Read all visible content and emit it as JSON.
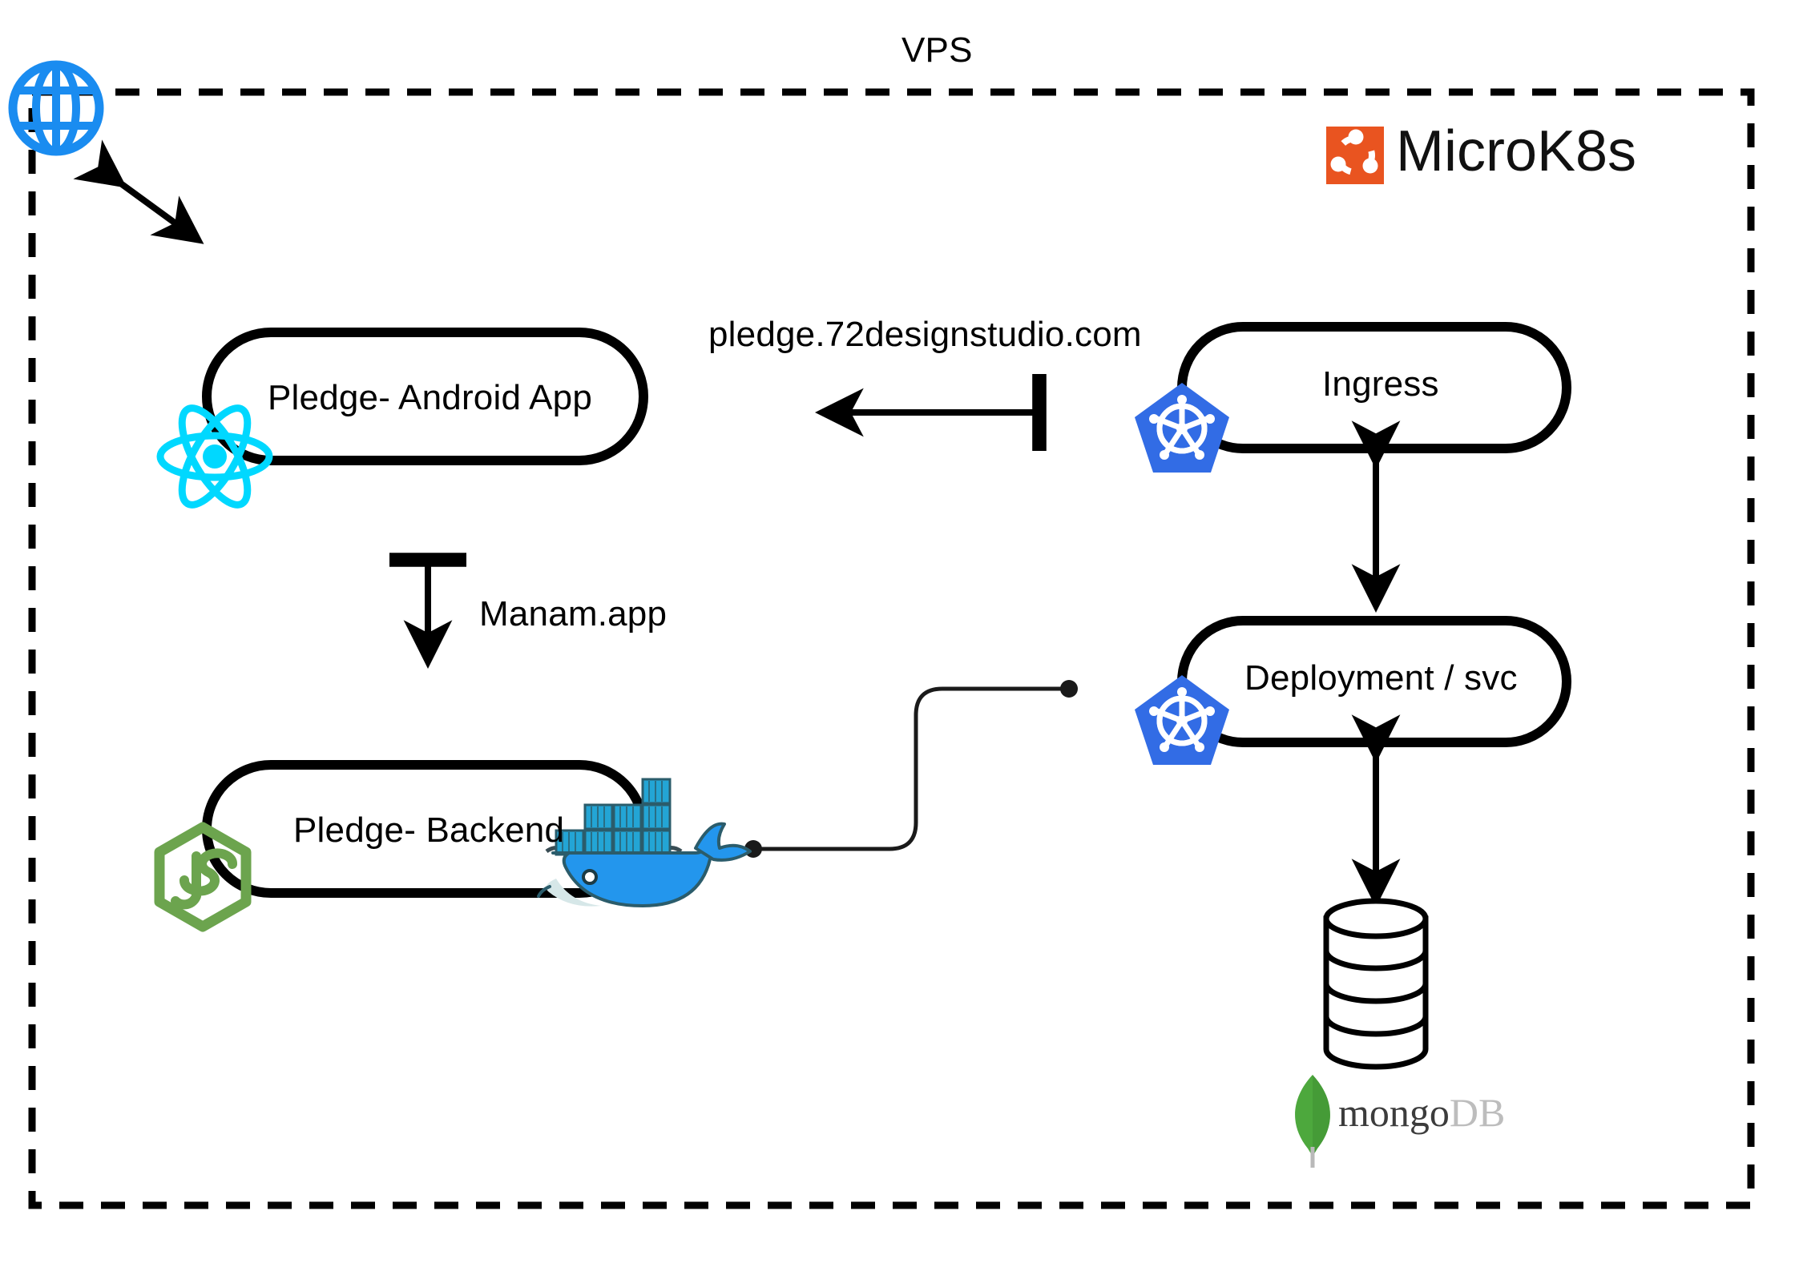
{
  "diagram": {
    "title": "VPS",
    "type": "architecture-diagram",
    "boundary": {
      "label": "VPS",
      "style": "dashed",
      "color": "#000000"
    },
    "platform_badge": {
      "name": "MicroK8s",
      "label": "MicroK8s",
      "logo": "ubuntu-circle-of-friends",
      "accent": "#E95420"
    },
    "nodes": [
      {
        "id": "internet",
        "label": "",
        "icon": "globe-icon",
        "color": "#1A8CF0"
      },
      {
        "id": "android",
        "label": "Pledge- Android App",
        "icon": "react-icon",
        "color": "#00D8FF"
      },
      {
        "id": "backend",
        "label": "Pledge- Backend",
        "icon": "nodejs-icon",
        "color": "#6CA44E",
        "icon2": "docker-icon",
        "color2": "#2396ED"
      },
      {
        "id": "ingress",
        "label": "Ingress",
        "icon": "kubernetes-icon",
        "color": "#326CE5"
      },
      {
        "id": "deployment",
        "label": "Deployment / svc",
        "icon": "kubernetes-icon",
        "color": "#326CE5"
      },
      {
        "id": "database",
        "label": "",
        "icon": "database-cylinder-icon",
        "color": "#000000"
      }
    ],
    "edges": [
      {
        "id": "internet-ingress",
        "label": "pledge.72designstudio.com",
        "arrow": "left"
      },
      {
        "id": "android-backend",
        "label": "Manam.app",
        "arrow": "down"
      },
      {
        "id": "internet-link",
        "label": "",
        "arrow": "double-diagonal"
      },
      {
        "id": "ingress-deploy",
        "label": "",
        "arrow": "double-vertical"
      },
      {
        "id": "deploy-db",
        "label": "",
        "arrow": "double-vertical"
      },
      {
        "id": "docker-deploy",
        "label": "",
        "arrow": "dot-elbow-dot"
      }
    ],
    "mongodb": {
      "word_a": "mongo",
      "word_b": "DB",
      "leaf_color": "#4DA83D"
    },
    "colors": {
      "stroke": "#000000",
      "globe_blue": "#1A8CF0",
      "react_cyan": "#00D8FF",
      "node_green": "#6CA44E",
      "docker_blue": "#2396ED",
      "k8s_blue": "#326CE5",
      "ubuntu_orange": "#E95420",
      "mongo_green": "#4DA83D"
    }
  }
}
